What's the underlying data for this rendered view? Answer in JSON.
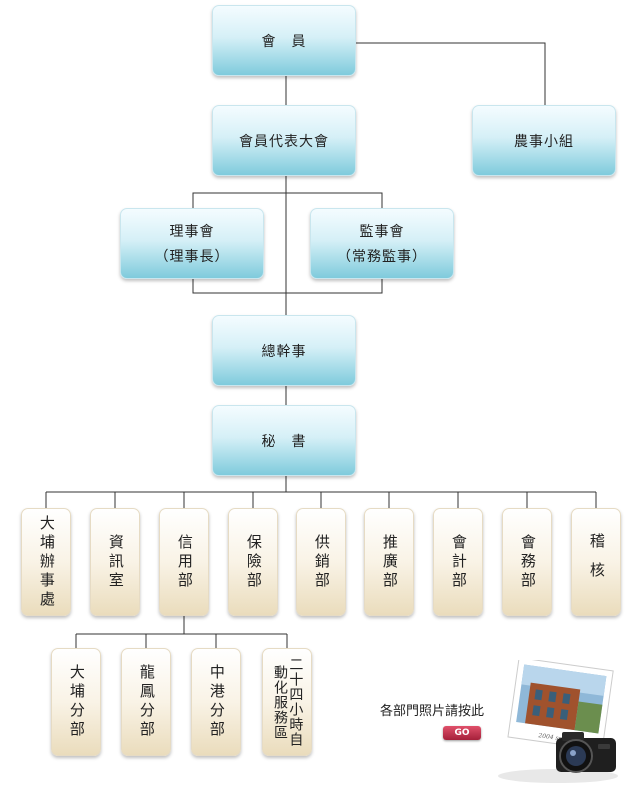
{
  "nodes": {
    "members": "會　員",
    "representatives": "會員代表大會",
    "farming_group": "農事小組",
    "board_directors": {
      "line1": "理事會",
      "line2": "（理事長）"
    },
    "board_supervisors": {
      "line1": "監事會",
      "line2": "（常務監事）"
    },
    "general_manager": "總幹事",
    "secretary": "秘　書"
  },
  "departments": [
    "大埔辦事處",
    "資訊室",
    "信用部",
    "保險部",
    "供銷部",
    "推廣部",
    "會計部",
    "會務部",
    "稽核"
  ],
  "branches": [
    "大埔分部",
    "龍鳳分部",
    "中港分部",
    "二十四小時自動化服務區"
  ],
  "promo": {
    "text": "各部門照片請按此",
    "button": "GO",
    "photo_caption": "2004 spring photo"
  },
  "colors": {
    "line": "#333333",
    "blue_box": "#7fcbdc",
    "cream_box": "#eadcbc",
    "go_button": "#c0304a"
  }
}
